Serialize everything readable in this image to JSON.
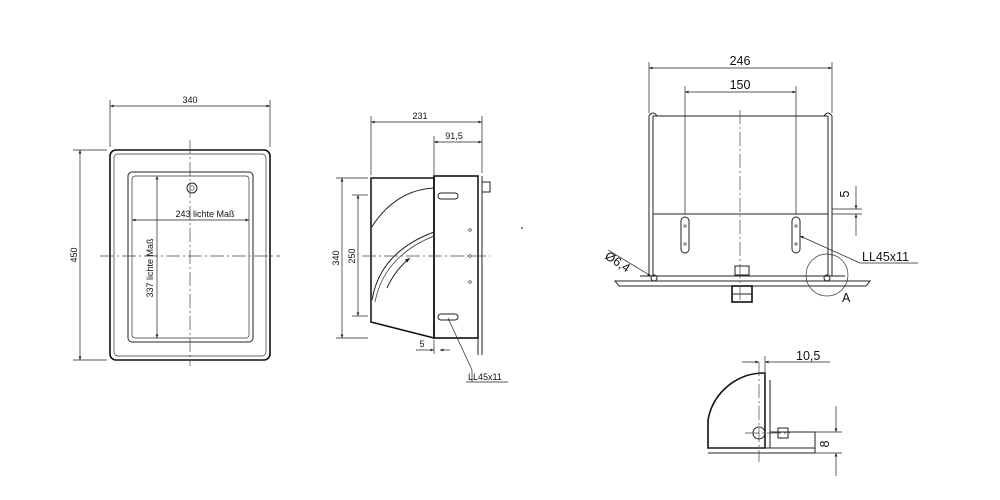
{
  "front_view": {
    "width_dim": "340",
    "height_dim": "450",
    "inner_width_label": "243 lichte Maß",
    "inner_height_label": "337 lichte Maß"
  },
  "side_view": {
    "depth_dim": "231",
    "flange_dim": "91,5",
    "height_dim": "340",
    "roll_dim": "250",
    "offset_dim": "5",
    "slot_label": "LL45x11"
  },
  "top_view": {
    "width_dim": "246",
    "slot_spacing_dim": "150",
    "edge_dim": "5",
    "hole_label": "Ø6,4",
    "slot_label": "LL45x11",
    "detail_ref": "A"
  },
  "detail_view": {
    "offset_dim": "10,5",
    "height_dim": "8"
  }
}
